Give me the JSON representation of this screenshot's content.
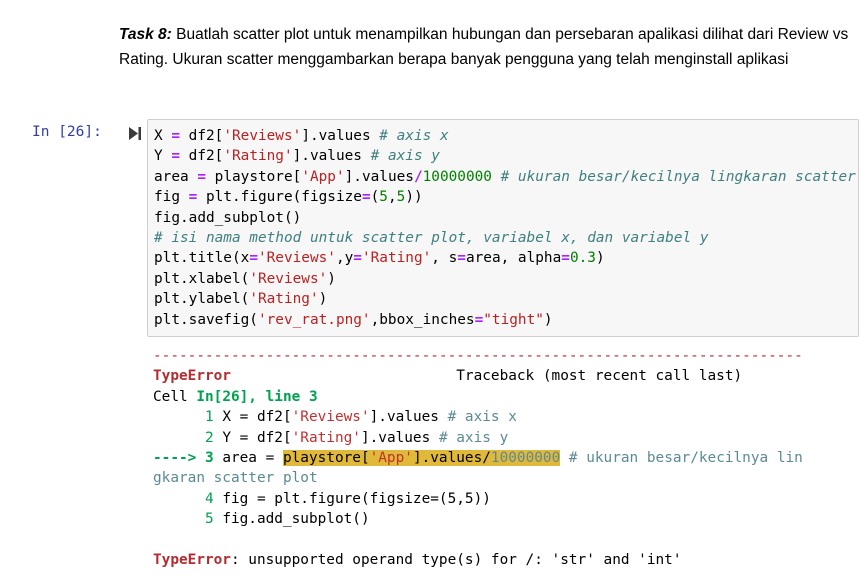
{
  "markdown": {
    "task_label": "Task 8:",
    "text": " Buatlah scatter plot untuk menampilkan hubungan dan persebaran apalikasi dilihat dari Review vs Rating. Ukuran scatter menggambarkan berapa banyak pengguna yang telah menginstall aplikasi"
  },
  "cell": {
    "prompt": "In [26]:",
    "run_icon": "run-cell-icon",
    "code_lines": [
      "X = df2['Reviews'].values # axis x",
      "Y = df2['Rating'].values # axis y",
      "area = playstore['App'].values/10000000 # ukuran besar/kecilnya lingkaran scatter plot",
      "fig = plt.figure(figsize=(5,5))",
      "fig.add_subplot()",
      "# isi nama method untuk scatter plot, variabel x, dan variabel y",
      "plt.title(x='Reviews',y='Rating', s=area, alpha=0.3)",
      "plt.xlabel('Reviews')",
      "plt.ylabel('Rating')",
      "plt.savefig('rev_rat.png',bbox_inches=\"tight\")"
    ]
  },
  "output": {
    "separator": "---------------------------------------------------------------------------",
    "error_type": "TypeError",
    "traceback_header": "Traceback (most recent call last)",
    "cell_ref_prefix": "Cell ",
    "cell_ref": "In[26], line 3",
    "traceback_lines": [
      {
        "num": "1",
        "code": "X = df2['Reviews'].values # axis x"
      },
      {
        "num": "2",
        "code": "Y = df2['Rating'].values # axis y"
      },
      {
        "arrow": "---->",
        "num": "3",
        "code": "area = playstore['App'].values/10000000 # ukuran besar/kecilnya lingkaran scatter plot"
      },
      {
        "num": "4",
        "code": "fig = plt.figure(figsize=(5,5))"
      },
      {
        "num": "5",
        "code": "fig.add_subplot()"
      }
    ],
    "error_message": ": unsupported operand type(s) for /: 'str' and 'int'"
  }
}
